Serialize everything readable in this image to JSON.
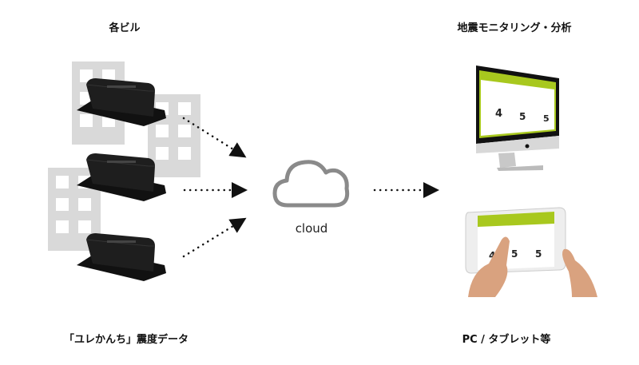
{
  "labels": {
    "buildings": "各ビル",
    "monitoring": "地震モニタリング・分析",
    "sensor_data": "「ユレかんち」震度データ",
    "devices": "PC / タブレット等",
    "cloud": "cloud"
  },
  "dashboard": {
    "intensities": [
      "4",
      "5",
      "5"
    ]
  },
  "colors": {
    "building": "#d9d9d9",
    "sensor": "#1a1a1a",
    "dashboard_green": "#a8c81e",
    "cloud_stroke": "#8a8a8a"
  }
}
